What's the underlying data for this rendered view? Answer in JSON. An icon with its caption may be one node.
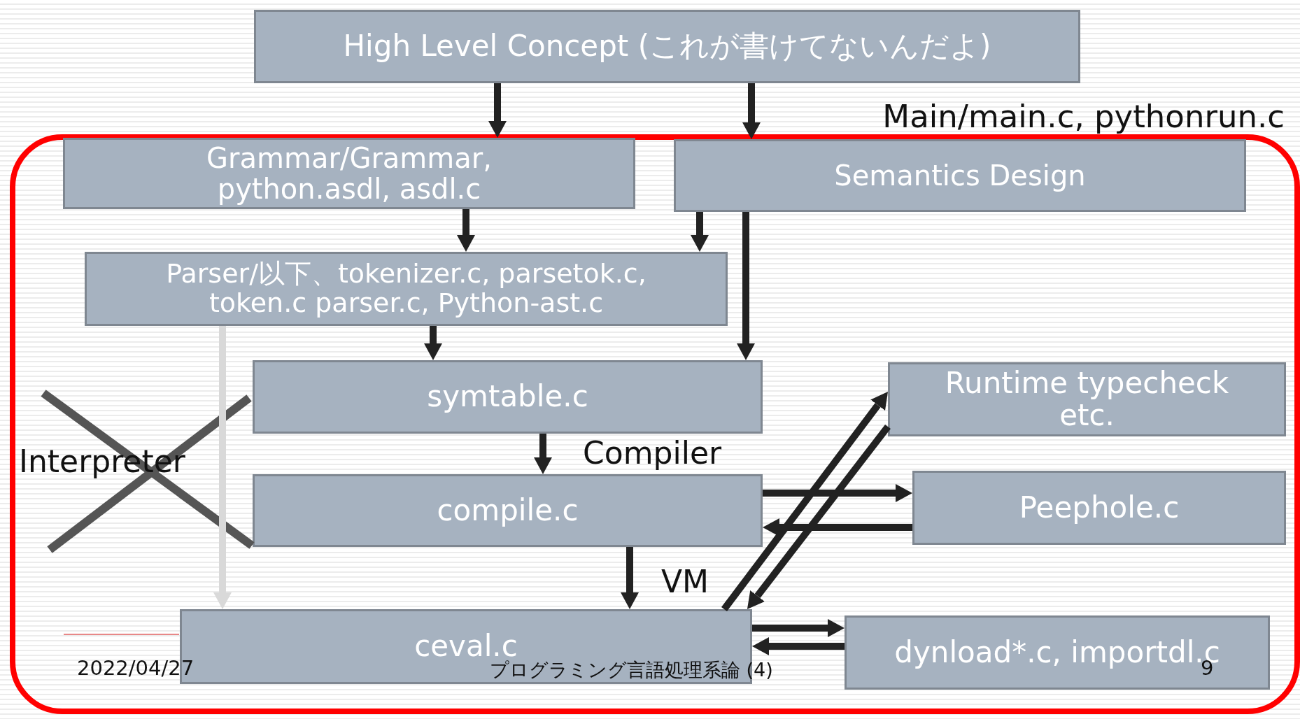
{
  "diagram": {
    "nodes": [
      {
        "text": [
          "High Level Concept (これが書けてないんだよ)"
        ]
      },
      {
        "text": [
          "Main/main.c, pythonrun.c"
        ]
      },
      {
        "text": [
          "Grammar/Grammar, python.asdl, asdl.c"
        ],
        "in": 1
      },
      {
        "text": [
          "Semantics Design"
        ],
        "in": 1
      },
      {
        "text": [
          "Parser/以下、tokenizer.c, parsetok.c, token.c parser.c, Python-ast.c"
        ],
        "in": 1
      },
      {
        "text": [
          "symtable.c"
        ],
        "in": 1
      },
      {
        "text": [
          "Runtime typecheck etc."
        ],
        "in": 1
      },
      {
        "text": [
          "compile.c"
        ],
        "in": 1
      },
      {
        "text": [
          "Peephole.c"
        ],
        "in": 1
      },
      {
        "text": [
          "ceval.c"
        ],
        "in": 1
      },
      {
        "text": [
          "dynload*.c, importdl.c"
        ],
        "in": 1
      }
    ],
    "edges": [
      {
        "from": 0,
        "to": 2,
        "arrow": "to"
      },
      {
        "from": 0,
        "to": 3,
        "arrow": "to"
      },
      {
        "from": 2,
        "to": 4,
        "arrow": "to"
      },
      {
        "from": 3,
        "to": 4,
        "arrow": "to"
      },
      {
        "from": 3,
        "to": 5,
        "arrow": "to"
      },
      {
        "from": 4,
        "to": 5,
        "arrow": "to"
      },
      {
        "from": 5,
        "to": 7,
        "arrow": "to"
      },
      {
        "from": 7,
        "to": 9,
        "arrow": "to"
      },
      {
        "from": 4,
        "to": 9,
        "arrow": "to",
        "color": "#d9d9d9"
      },
      {
        "from": 7,
        "to": 8,
        "arrow": "to"
      },
      {
        "from": 8,
        "to": 7,
        "arrow": "to"
      },
      {
        "from": 9,
        "to": 6,
        "arrow": "to"
      },
      {
        "from": 6,
        "to": 9,
        "arrow": "to"
      },
      {
        "from": 9,
        "to": 10,
        "arrow": "to"
      },
      {
        "from": 10,
        "to": 9,
        "arrow": "to"
      }
    ],
    "labels": [
      "Compiler",
      "Interpreter",
      "VM",
      "2022/04/27",
      "プログラミング言語処理系論 (4)",
      "9"
    ]
  }
}
